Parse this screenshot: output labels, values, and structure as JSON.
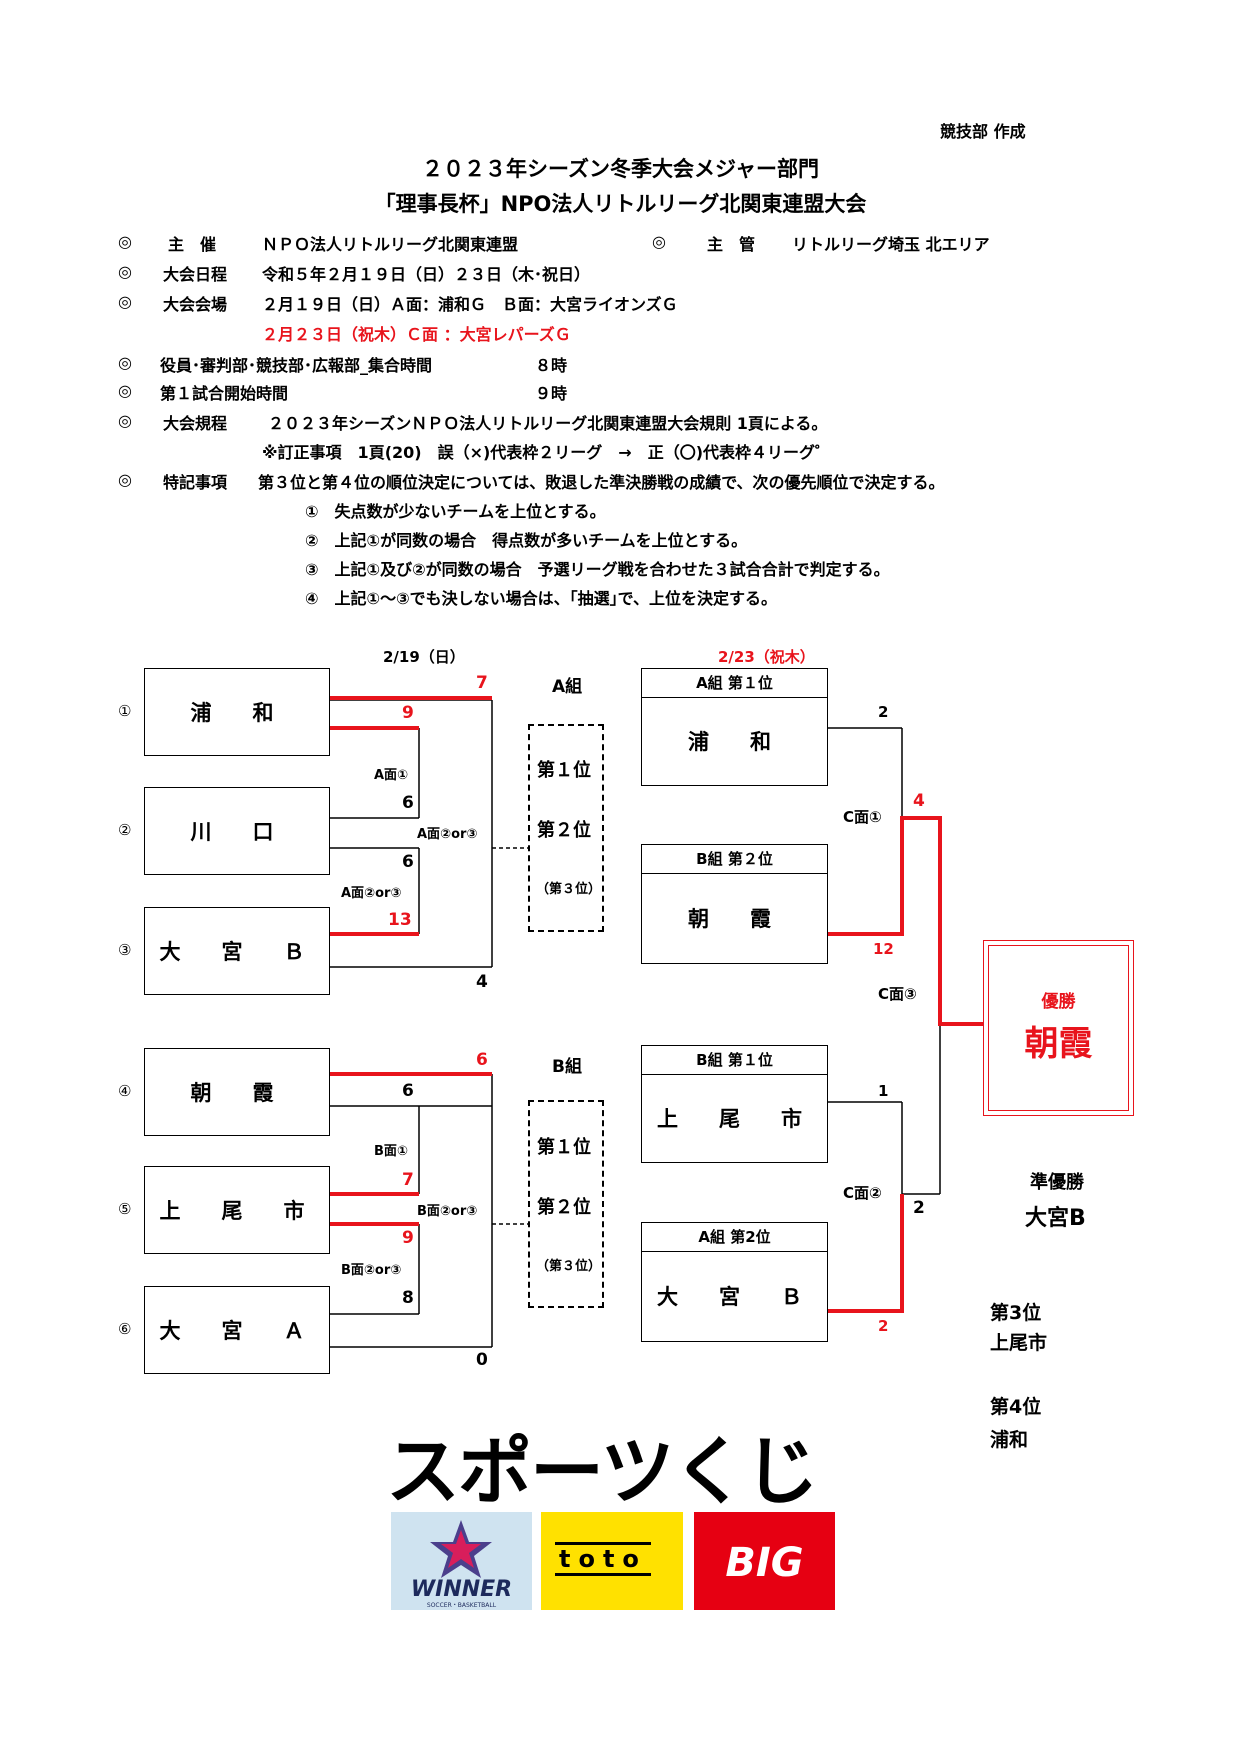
{
  "header": {
    "author": "競技部 作成",
    "title1": "２０２３年シーズン冬季大会メジャー部門",
    "title2": "「理事長杯」NPO法人リトルリーグ北関東連盟大会"
  },
  "info": {
    "mark": "◎",
    "host_label": "主　催",
    "host_value": "ＮＰＯ法人リトルリーグ北関東連盟",
    "manage_label": "主　管",
    "manage_value": "リトルリーグ埼玉 北エリア",
    "schedule_label": "大会日程",
    "schedule_value": "令和５年２月１９日（日）２３日（木･祝日）",
    "venue_label": "大会会場",
    "venue_value": "２月１９日（日）Ａ面：浦和Ｇ　Ｂ面：大宮ライオンズＧ",
    "venue_value2": "２月２３日（祝木）Ｃ面 ：大宮レパーズＧ",
    "staff_label": "役員･審判部･競技部･広報部_集合時間",
    "staff_value": "８時",
    "first_label": "第１試合開始時間",
    "first_value": "９時",
    "rules_label": "大会規程",
    "rules_value": "２０２３年シーズンＮＰＯ法人リトルリーグ北関東連盟大会規則 1頁による。",
    "rules_note": "※訂正事項　1頁(20)　誤（×)代表枠２リーグ　→　正（〇)代表枠４リーグ゜",
    "special_label": "特記事項",
    "special_value": "第３位と第４位の順位決定については、敗退した準決勝戦の成績で、次の優先順位で決定する。",
    "special_items": [
      "①　失点数が少ないチームを上位とする。",
      "②　上記①が同数の場合　得点数が多いチームを上位とする。",
      "③　上記①及び②が同数の場合　予選リーグ戦を合わせた３試合合計で判定する。",
      "④　上記①～③でも決しない場合は、｢抽選｣で、上位を決定する。"
    ]
  },
  "bracket": {
    "date1": "2/19（日）",
    "date2": "2/23（祝木）",
    "group_a": "A組",
    "group_b": "B組",
    "seeds": [
      "①",
      "②",
      "③",
      "④",
      "⑤",
      "⑥"
    ],
    "teams": [
      "浦　和",
      "川　口",
      "大　宮　Ｂ",
      "朝　霞",
      "上　尾　市",
      "大　宮　Ａ"
    ],
    "rank_box": {
      "first": "第１位",
      "second": "第２位",
      "third": "（第３位）"
    },
    "a_scores": {
      "s1": "7",
      "s2": "9",
      "s3": "6",
      "s4": "6",
      "s5": "13",
      "s6": "4"
    },
    "a_fields": {
      "f1": "A面①",
      "f2": "A面②or③",
      "f3": "A面②or③"
    },
    "b_scores": {
      "s1": "6",
      "s2": "6",
      "s3": "7",
      "s4": "9",
      "s5": "8",
      "s6": "0"
    },
    "b_fields": {
      "f1": "B面①",
      "f2": "B面②or③",
      "f3": "B面②or③"
    },
    "semis": [
      {
        "label": "A組 第１位",
        "team": "浦　和"
      },
      {
        "label": "B組 第２位",
        "team": "朝　霞"
      },
      {
        "label": "B組 第１位",
        "team": "上　尾　市"
      },
      {
        "label": "A組 第2位",
        "team": "大　宮　Ｂ"
      }
    ],
    "semi_scores": {
      "s1": "2",
      "s2": "12",
      "s3": "1",
      "s4": "2"
    },
    "final_scores": {
      "s1": "4",
      "s2": "2"
    },
    "semi_fields": {
      "c1": "C面①",
      "c2": "C面②",
      "c3": "C面③"
    },
    "champion_label": "優勝",
    "champion": "朝霞",
    "runner_label": "準優勝",
    "runner": "大宮B",
    "third_label": "第3位",
    "third": "上尾市",
    "fourth_label": "第4位",
    "fourth": "浦和"
  },
  "logos": {
    "main": "スポーツくじ",
    "winner": "WINNER",
    "winner_sub": "SOCCER・BASKETBALL",
    "toto": "toto",
    "big": "BIG"
  },
  "colors": {
    "accent": "#e8141c",
    "winner_bg": "#cfe3f0",
    "toto_bg": "#ffe100",
    "big_bg": "#e60012"
  }
}
